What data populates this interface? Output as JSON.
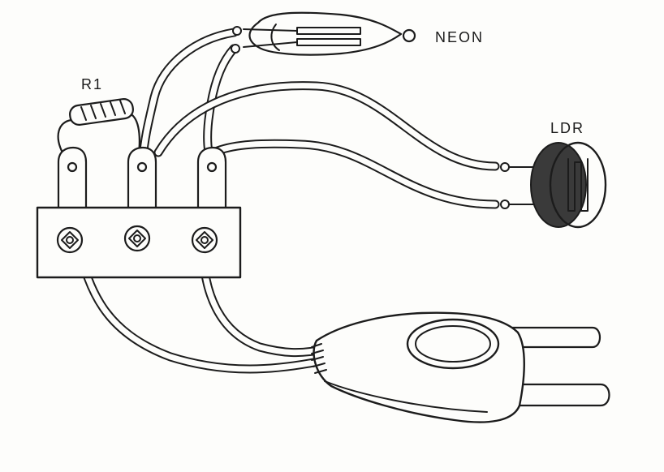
{
  "labels": {
    "neon": "NEON",
    "r1": "R1",
    "ldr": "LDR"
  },
  "colors": {
    "ink": "#1c1c1c",
    "paper": "#fdfdfb",
    "ldr_body": "#3a3a3a"
  }
}
